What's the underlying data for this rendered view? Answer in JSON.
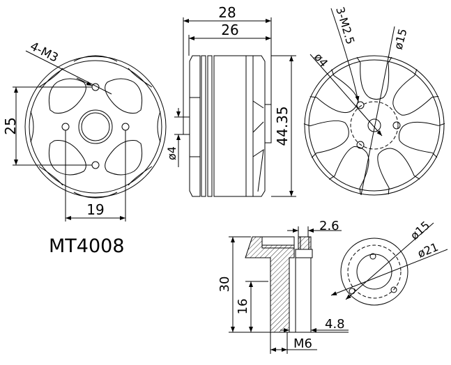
{
  "model": "MT4008",
  "front_view": {
    "hole_label": "4-M3",
    "vertical_spacing": "25",
    "horizontal_spacing": "19"
  },
  "side_view": {
    "overall_length": "28",
    "body_length": "26",
    "diameter": "44.35",
    "shaft_diameter": "ø4"
  },
  "rear_view": {
    "hole_label": "3-M2.5",
    "circle_diameter": "ø15",
    "center_diameter": "ø4"
  },
  "prop_adapter": {
    "height": "30",
    "thread_length": "16",
    "flange_thickness": "2.6",
    "bore": "4.8",
    "thread": "M6",
    "circle_diameter": "ø15",
    "outer_diameter": "ø21"
  },
  "colors": {
    "line": "#000000",
    "background": "#ffffff"
  }
}
